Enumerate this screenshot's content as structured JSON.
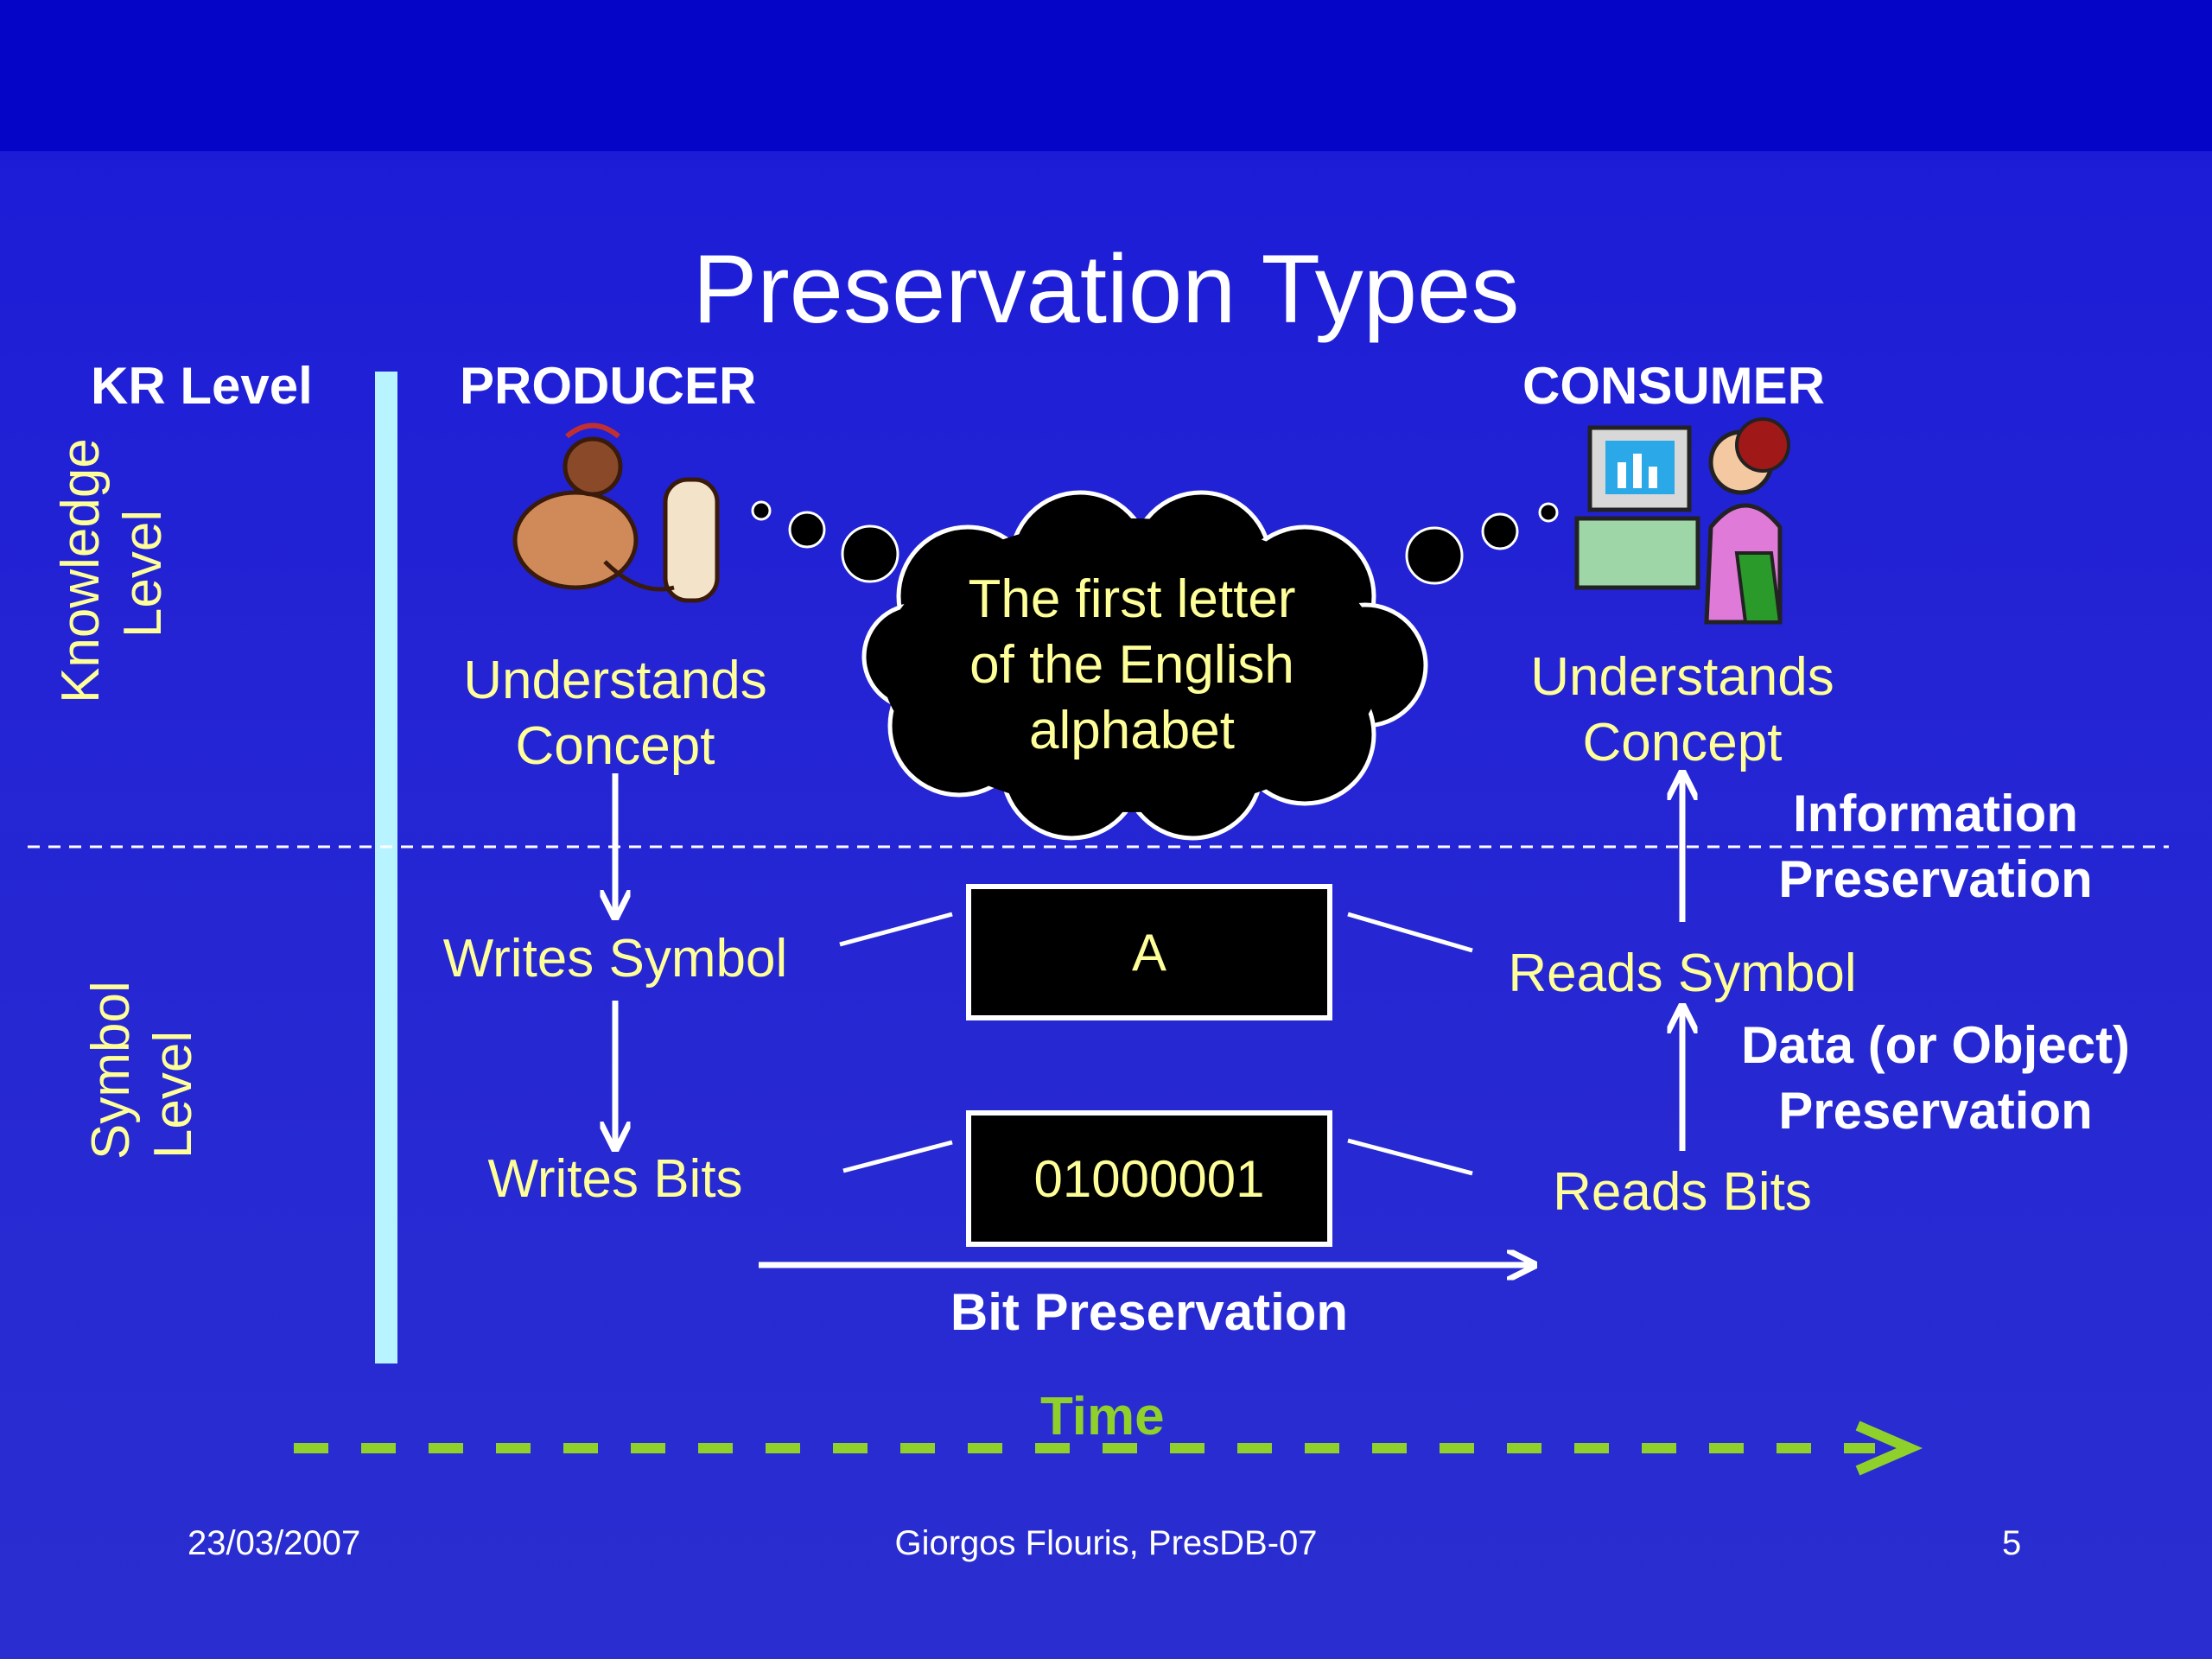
{
  "slide": {
    "title": "Preservation Types",
    "kr_level": "KR Level",
    "producer": "PRODUCER",
    "consumer": "CONSUMER",
    "knowledge_level": "Knowledge Level",
    "symbol_level": "Symbol Level",
    "producer_understands": "Understands Concept",
    "consumer_understands": "Understands Concept",
    "thought": "The first letter of the English alphabet",
    "writes_symbol": "Writes Symbol",
    "writes_bits": "Writes Bits",
    "reads_symbol": "Reads Symbol",
    "reads_bits": "Reads Bits",
    "symbol_value": "A",
    "bits_value": "01000001",
    "information_preservation": "Information Preservation",
    "data_preservation": "Data (or Object) Preservation",
    "bit_preservation": "Bit Preservation",
    "time": "Time"
  },
  "footer": {
    "date": "23/03/2007",
    "author": "Giorgos Flouris, PresDB-07",
    "page": "5"
  },
  "colors": {
    "background": "#2424d4",
    "top_bar": "#0505c8",
    "text_yellow": "#ffff99",
    "time_green": "#8fd12a",
    "level_bar": "#b8f4ff"
  }
}
